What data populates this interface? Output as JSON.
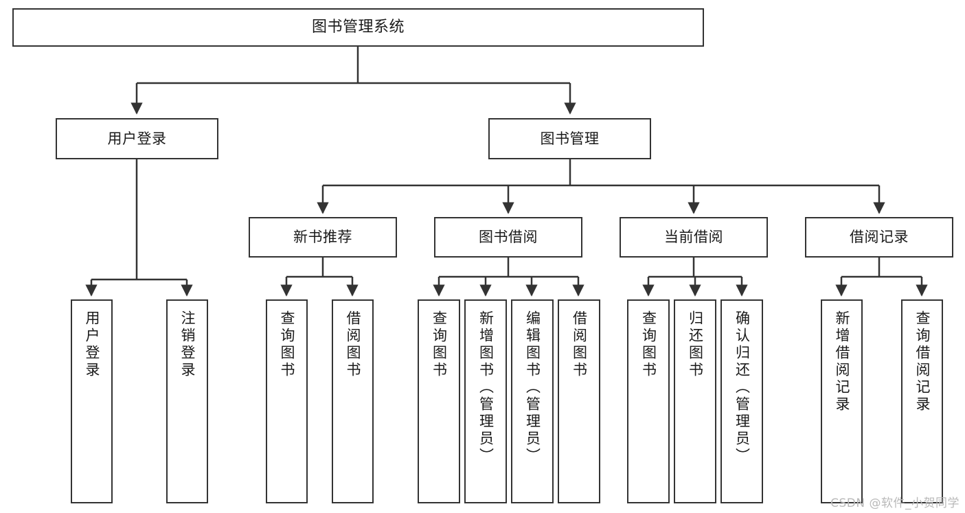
{
  "diagram": {
    "title": "图书管理系统",
    "type": "tree-hierarchy-chart",
    "root": {
      "id": "root",
      "label": "图书管理系统"
    },
    "level2": [
      {
        "id": "user-login",
        "label": "用户登录"
      },
      {
        "id": "book-management",
        "label": "图书管理"
      }
    ],
    "level3": [
      {
        "id": "new-book-recommend",
        "label": "新书推荐",
        "parent": "book-management"
      },
      {
        "id": "book-borrow",
        "label": "图书借阅",
        "parent": "book-management"
      },
      {
        "id": "current-borrow",
        "label": "当前借阅",
        "parent": "book-management"
      },
      {
        "id": "borrow-record",
        "label": "借阅记录",
        "parent": "book-management"
      }
    ],
    "leaves": {
      "user_login": [
        {
          "id": "leaf-user-login",
          "label": "用户登录"
        },
        {
          "id": "leaf-logout-login",
          "label": "注销登录"
        }
      ],
      "new_book_recommend": [
        {
          "id": "leaf-query-book-1",
          "label": "查询图书"
        },
        {
          "id": "leaf-borrow-book-1",
          "label": "借阅图书"
        }
      ],
      "book_borrow": [
        {
          "id": "leaf-query-book-2",
          "label": "查询图书"
        },
        {
          "id": "leaf-add-book",
          "label": "新增图书（管理员）"
        },
        {
          "id": "leaf-edit-book",
          "label": "编辑图书（管理员）"
        },
        {
          "id": "leaf-borrow-book-2",
          "label": "借阅图书"
        }
      ],
      "current_borrow": [
        {
          "id": "leaf-query-book-3",
          "label": "查询图书"
        },
        {
          "id": "leaf-return-book",
          "label": "归还图书"
        },
        {
          "id": "leaf-confirm-return",
          "label": "确认归还（管理员）"
        }
      ],
      "borrow_record": [
        {
          "id": "leaf-add-record",
          "label": "新增借阅记录"
        },
        {
          "id": "leaf-query-record",
          "label": "查询借阅记录"
        }
      ]
    }
  },
  "watermark": {
    "text": "CSDN @软件_小贺同学"
  },
  "colors": {
    "border": "#333333",
    "background": "#ffffff",
    "text": "#1a1a1a",
    "edge": "#333333",
    "watermark": "#b9b9b9"
  }
}
